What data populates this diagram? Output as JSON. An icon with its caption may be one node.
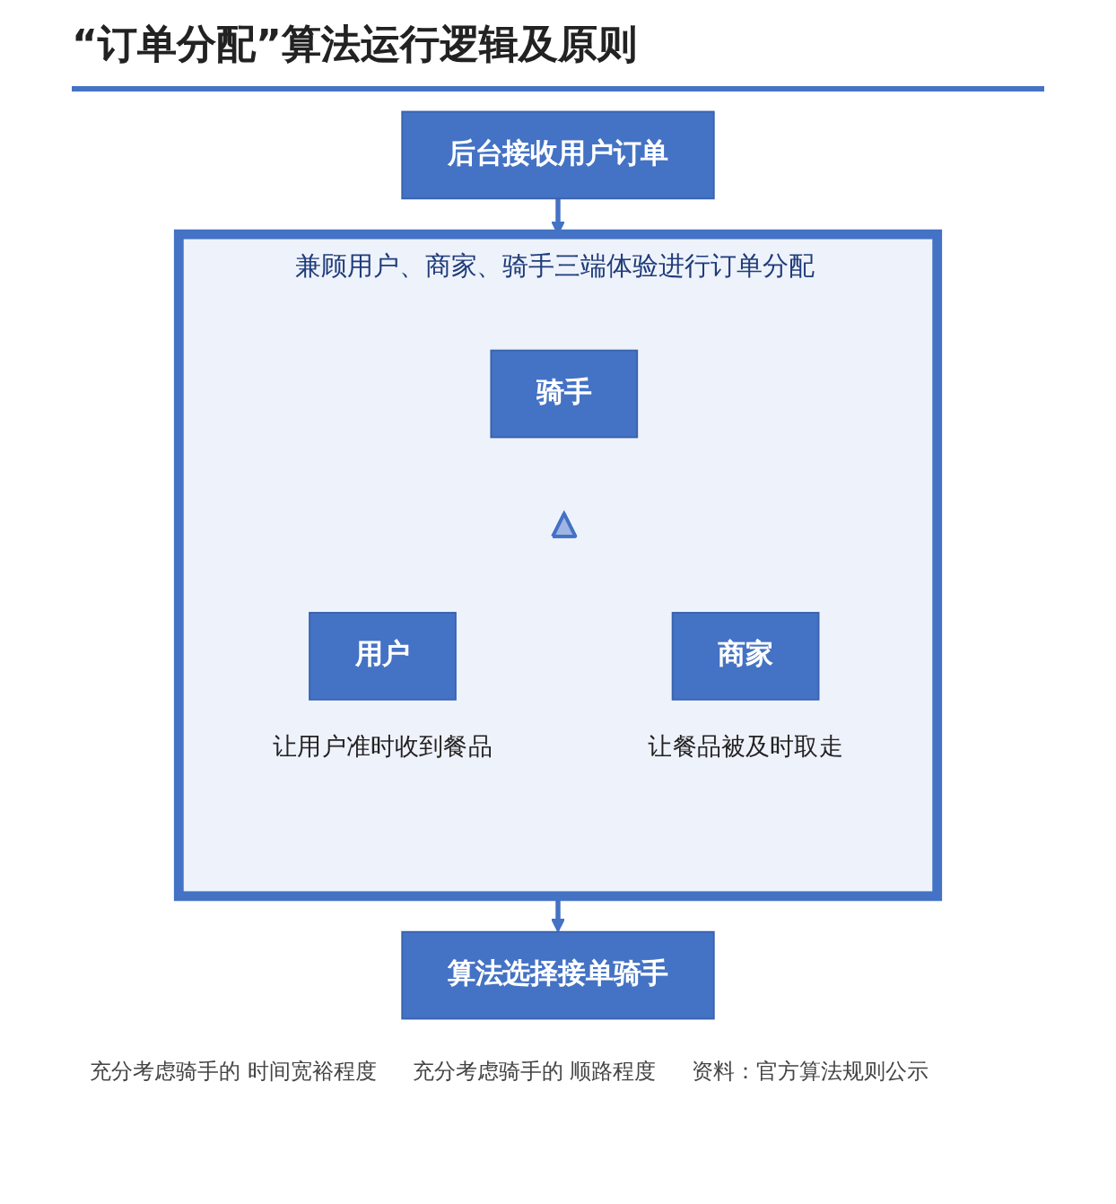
{
  "diagram": {
    "title": "“订单分配”算法运行逻辑及原则",
    "nodes": [
      {
        "text": [
          "后台接收用户订单"
        ]
      },
      {
        "text": [
          "兼顾用户、商家、骑手三端体验进行订单分配"
        ]
      },
      {
        "text": [
          "骑手"
        ],
        "in": 1
      },
      {
        "text": [],
        "shape": "triangle",
        "in": 1
      },
      {
        "text": [
          "用户"
        ],
        "in": 1,
        "beside": [
          "让用户准时收到餐品"
        ]
      },
      {
        "text": [
          "商家"
        ],
        "in": 1,
        "beside": [
          "让餐品被及时取走"
        ]
      },
      {
        "text": [
          "算法选择接单骑手"
        ]
      }
    ],
    "edges": [
      {
        "from": 0,
        "to": 1,
        "arrow": "to"
      },
      {
        "from": 1,
        "to": 6,
        "arrow": "to"
      }
    ],
    "labels": [
      "充分考虑骑手的 时间宽裕程度",
      "充分考虑骑手的 顺路程度",
      "资料：官方算法规则公示"
    ]
  }
}
